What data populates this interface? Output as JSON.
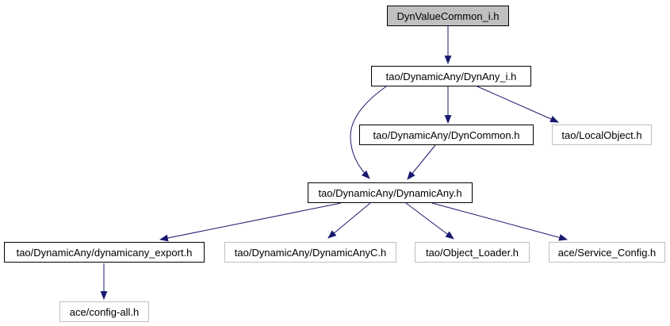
{
  "graph": {
    "kind": "include-dependency-graph",
    "colors": {
      "background": "#ffffff",
      "edge": "#191970",
      "root_fill": "#c0c0c0",
      "node_fill": "#ffffff",
      "linked_node_border": "#000000",
      "leaf_node_border": "#c0c0c0",
      "text": "#000000"
    },
    "nodes": [
      {
        "label": "DynValueCommon_i.h",
        "kind": "root"
      },
      {
        "label": "tao/DynamicAny/DynAny_i.h",
        "kind": "linked"
      },
      {
        "label": "tao/DynamicAny/DynCommon.h",
        "kind": "linked"
      },
      {
        "label": "tao/LocalObject.h",
        "kind": "leaf"
      },
      {
        "label": "tao/DynamicAny/DynamicAny.h",
        "kind": "linked"
      },
      {
        "label": "tao/DynamicAny/dynamicany_export.h",
        "kind": "linked"
      },
      {
        "label": "tao/DynamicAny/DynamicAnyC.h",
        "kind": "leaf"
      },
      {
        "label": "tao/Object_Loader.h",
        "kind": "leaf"
      },
      {
        "label": "ace/Service_Config.h",
        "kind": "leaf"
      },
      {
        "label": "ace/config-all.h",
        "kind": "leaf"
      }
    ],
    "edges": [
      {
        "from": "DynValueCommon_i.h",
        "to": "tao/DynamicAny/DynAny_i.h"
      },
      {
        "from": "tao/DynamicAny/DynAny_i.h",
        "to": "tao/DynamicAny/DynCommon.h"
      },
      {
        "from": "tao/DynamicAny/DynAny_i.h",
        "to": "tao/LocalObject.h"
      },
      {
        "from": "tao/DynamicAny/DynAny_i.h",
        "to": "tao/DynamicAny/DynamicAny.h"
      },
      {
        "from": "tao/DynamicAny/DynCommon.h",
        "to": "tao/DynamicAny/DynamicAny.h"
      },
      {
        "from": "tao/DynamicAny/DynamicAny.h",
        "to": "tao/DynamicAny/dynamicany_export.h"
      },
      {
        "from": "tao/DynamicAny/DynamicAny.h",
        "to": "tao/DynamicAny/DynamicAnyC.h"
      },
      {
        "from": "tao/DynamicAny/DynamicAny.h",
        "to": "tao/Object_Loader.h"
      },
      {
        "from": "tao/DynamicAny/DynamicAny.h",
        "to": "ace/Service_Config.h"
      },
      {
        "from": "tao/DynamicAny/dynamicany_export.h",
        "to": "ace/config-all.h"
      }
    ]
  }
}
